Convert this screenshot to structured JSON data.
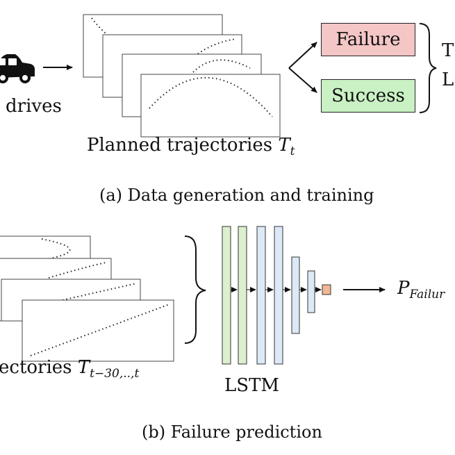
{
  "panel_a": {
    "car_label": "drives",
    "trajectories_label": "Planned trajectories ",
    "trajectories_symbol": "T",
    "trajectories_sub": "t",
    "outcome_failure": "Failure",
    "outcome_success": "Success",
    "right_cut_1": "T",
    "right_cut_2": "L",
    "caption": "(a) Data generation and training"
  },
  "panel_b": {
    "trajectories_label": "ectories ",
    "trajectories_symbol": "T",
    "trajectories_sub": "t−30,..,t",
    "network_label": "LSTM",
    "output_symbol": "P",
    "output_sub": "Failur",
    "caption": "(b) Failure prediction"
  },
  "colors": {
    "failure_fill": "#f4c6c6",
    "success_fill": "#c9f1c4",
    "lstm_green": "#dcefcf",
    "lstm_blue": "#dce9f7",
    "output_orange": "#f2b896"
  }
}
